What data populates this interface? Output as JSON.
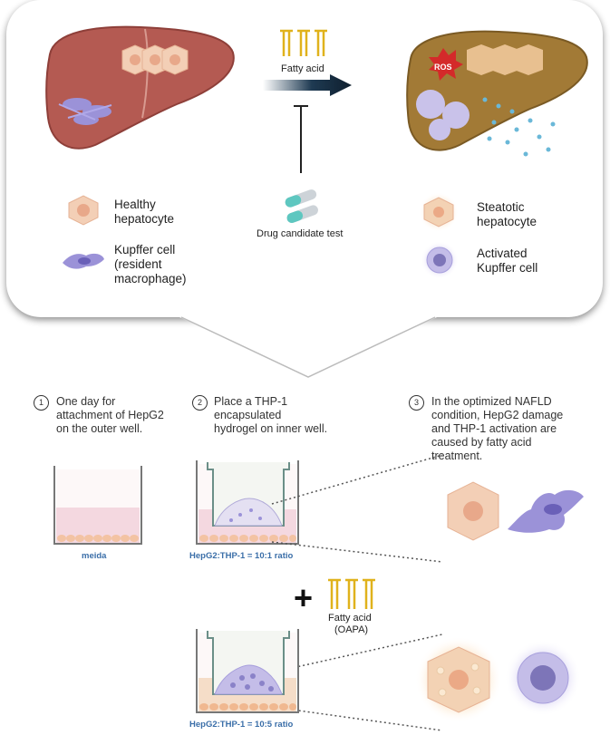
{
  "top": {
    "fatty_acid": "Fatty acid",
    "drug_test": "Drug candidate test",
    "ros": "ROS",
    "legend_left": {
      "healthy_l1": "Healthy",
      "healthy_l2": "hepatocyte",
      "kupffer_l1": "Kupffer cell",
      "kupffer_l2": "(resident",
      "kupffer_l3": "macrophage)"
    },
    "legend_right": {
      "steatotic_l1": "Steatotic",
      "steatotic_l2": "hepatocyte",
      "activated_l1": "Activated",
      "activated_l2": "Kupffer cell"
    }
  },
  "steps": [
    {
      "num": "1",
      "lines": [
        "One day for",
        "attachment of HepG2",
        "on the outer well."
      ]
    },
    {
      "num": "2",
      "lines": [
        "Place a THP-1",
        "encapsulated",
        "hydrogel on inner well."
      ]
    },
    {
      "num": "3",
      "lines": [
        "In the optimized NAFLD",
        "condition, HepG2 damage",
        "and THP-1 activation are",
        "caused by fatty acid",
        "treatment."
      ]
    }
  ],
  "wells": {
    "meida": "meida",
    "ratio_1": "HepG2:THP-1 = 10:1 ratio",
    "ratio_2": "HepG2:THP-1 = 10:5 ratio"
  },
  "treatment": {
    "plus": "+",
    "fatty_acid_l1": "Fatty acid",
    "fatty_acid_l2": "(OAPA)"
  },
  "colors": {
    "liver": "#b45a52",
    "liver_diseased": "#a27a36",
    "hepatocyte": "#f3cfb6",
    "kupffer": "#9b92d8",
    "ratio_text": "#3a6ea8",
    "arrow_dark": "#0f1f2e"
  }
}
